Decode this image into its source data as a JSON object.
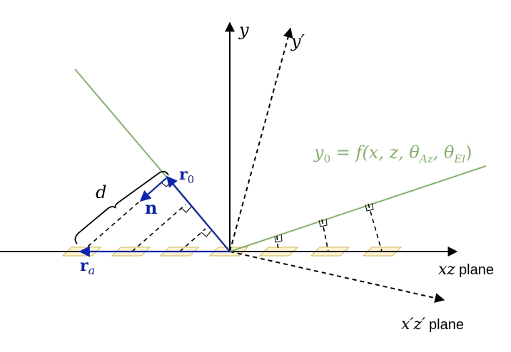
{
  "colors": {
    "axis": "#000000",
    "surface_green": "#82b366",
    "vector_blue": "#0b24b8",
    "patch_fill": "#fff2cc",
    "patch_stroke": "#d6b656"
  },
  "labels": {
    "y_axis": "y",
    "y_prime_axis": "y′",
    "xz_plane_symbol": "xz",
    "xz_plane_word": "plane",
    "xprime_zprime_symbol": "x′z′",
    "xprime_zprime_word": "plane",
    "equation": "y₀ = f(x, z, θ_Az, θ_El)",
    "equation_parts": {
      "lhs": "y",
      "lhs_sub": "0",
      "rhs_open": " = f(x, z, θ",
      "sub1": "Az",
      "mid": ", θ",
      "sub2": "El",
      "close": ")"
    },
    "r0": "r",
    "r0_sub": "0",
    "ra": "r",
    "ra_sub": "a",
    "n": "n",
    "d": "d"
  }
}
